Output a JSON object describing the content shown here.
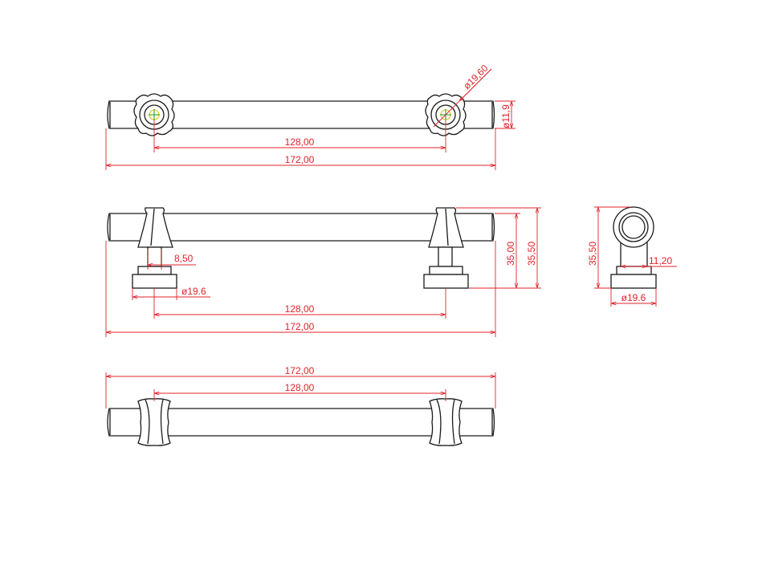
{
  "top_view": {
    "dim_hole_pitch": "128,00",
    "dim_overall_length": "172,00",
    "dim_boss_diameter": "ø19,60",
    "dim_bar_diameter": "ø11,9"
  },
  "front_view": {
    "dim_post_width": "8,50",
    "dim_base_diameter": "ø19.6",
    "dim_hole_pitch": "128,00",
    "dim_overall_length": "172,00",
    "dim_height_inner": "35,00",
    "dim_height_outer": "35,50"
  },
  "side_view": {
    "dim_height": "35,50",
    "dim_post_width": "11,20",
    "dim_base_diameter": "ø19.6"
  },
  "bottom_view": {
    "dim_overall_length": "172,00",
    "dim_hole_pitch": "128,00"
  },
  "colors": {
    "outline": "#1a1a1a",
    "dimension": "#e0232b",
    "centermark_green": "#2aa52a",
    "centermark_yellow": "#e0c01a"
  }
}
